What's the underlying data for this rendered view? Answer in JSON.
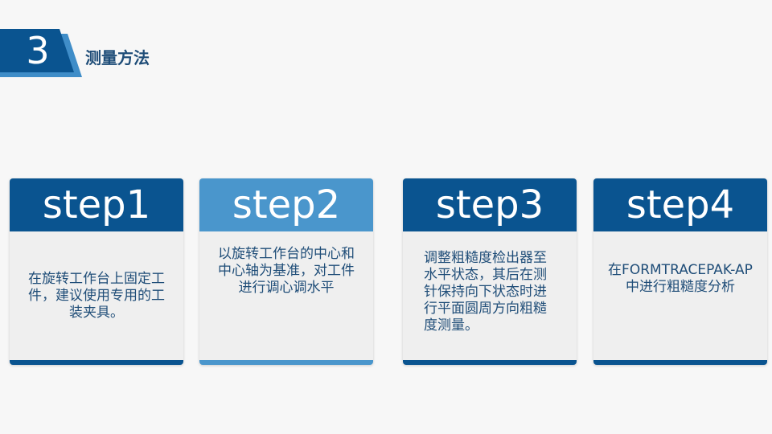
{
  "section": {
    "number": "3",
    "title": "测量方法"
  },
  "colors": {
    "dark_blue": "#0a5490",
    "light_blue": "#4a96cc",
    "text_blue": "#1f4d78"
  },
  "steps": [
    {
      "label": "step1",
      "text": "在旋转工作台上固定工件，建议使用专用的工装夹具。"
    },
    {
      "label": "step2",
      "text": "以旋转工作台的中心和中心轴为基准，对工件进行调心调水平"
    },
    {
      "label": "step3",
      "text": "调整粗糙度检出器至水平状态，其后在测针保持向下状态时进行平面圆周方向粗糙度测量。"
    },
    {
      "label": "step4",
      "text": "在FORMTRACEPAK-AP中进行粗糙度分析"
    }
  ]
}
